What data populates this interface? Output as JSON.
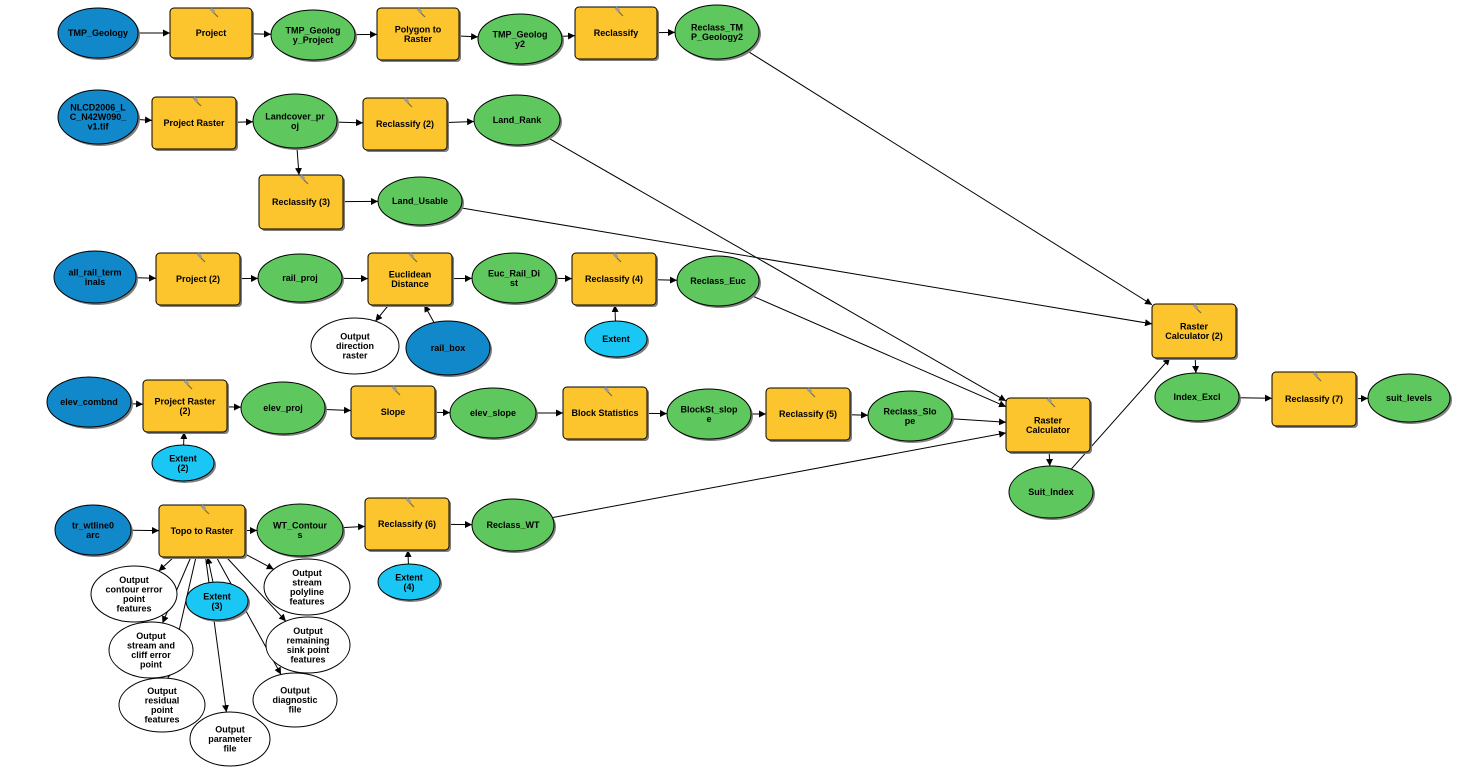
{
  "colors": {
    "input_data": "#1188c9",
    "tool": "#fcc52e",
    "derived_data": "#5ec85e",
    "parameter": "#1ac6f3",
    "unconnected_output": "#ffffff"
  },
  "nodes": [
    {
      "id": "tmp_geology",
      "kind": "input_data",
      "lines": [
        "TMP_Geology"
      ]
    },
    {
      "id": "project",
      "kind": "tool",
      "lines": [
        "Project"
      ]
    },
    {
      "id": "tmp_geology_project",
      "kind": "derived_data",
      "lines": [
        "TMP_Geolog",
        "y_Project"
      ]
    },
    {
      "id": "polygon_to_raster",
      "kind": "tool",
      "lines": [
        "Polygon to",
        "Raster"
      ]
    },
    {
      "id": "tmp_geology2",
      "kind": "derived_data",
      "lines": [
        "TMP_Geolog",
        "y2"
      ]
    },
    {
      "id": "reclassify",
      "kind": "tool",
      "lines": [
        "Reclassify"
      ]
    },
    {
      "id": "reclass_tmp_geology2",
      "kind": "derived_data",
      "lines": [
        "Reclass_TM",
        "P_Geology2"
      ]
    },
    {
      "id": "nlcd2006",
      "kind": "input_data",
      "lines": [
        "NLCD2006_L",
        "C_N42W090_",
        "v1.tif"
      ]
    },
    {
      "id": "project_raster",
      "kind": "tool",
      "lines": [
        "Project Raster"
      ]
    },
    {
      "id": "landcover_proj",
      "kind": "derived_data",
      "lines": [
        "Landcover_pr",
        "oj"
      ]
    },
    {
      "id": "reclassify_2",
      "kind": "tool",
      "lines": [
        "Reclassify (2)"
      ]
    },
    {
      "id": "land_rank",
      "kind": "derived_data",
      "lines": [
        "Land_Rank"
      ]
    },
    {
      "id": "reclassify_3",
      "kind": "tool",
      "lines": [
        "Reclassify (3)"
      ]
    },
    {
      "id": "land_usable",
      "kind": "derived_data",
      "lines": [
        "Land_Usable"
      ]
    },
    {
      "id": "all_rail_terminals",
      "kind": "input_data",
      "lines": [
        "all_rail_term",
        "inals"
      ]
    },
    {
      "id": "project_2",
      "kind": "tool",
      "lines": [
        "Project (2)"
      ]
    },
    {
      "id": "rail_proj",
      "kind": "derived_data",
      "lines": [
        "rail_proj"
      ]
    },
    {
      "id": "euclidean_distance",
      "kind": "tool",
      "lines": [
        "Euclidean",
        "Distance"
      ]
    },
    {
      "id": "euc_rail_dist",
      "kind": "derived_data",
      "lines": [
        "Euc_Rail_Di",
        "st"
      ]
    },
    {
      "id": "reclassify_4",
      "kind": "tool",
      "lines": [
        "Reclassify (4)"
      ]
    },
    {
      "id": "reclass_euc",
      "kind": "derived_data",
      "lines": [
        "Reclass_Euc"
      ]
    },
    {
      "id": "extent_1",
      "kind": "parameter",
      "lines": [
        "Extent"
      ]
    },
    {
      "id": "output_direction_raster",
      "kind": "unconnected_output",
      "lines": [
        "Output",
        "direction",
        "raster"
      ]
    },
    {
      "id": "rail_box",
      "kind": "input_data",
      "lines": [
        "rail_box"
      ]
    },
    {
      "id": "elev_combnd",
      "kind": "input_data",
      "lines": [
        "elev_combnd"
      ]
    },
    {
      "id": "project_raster_2",
      "kind": "tool",
      "lines": [
        "Project Raster",
        "(2)"
      ]
    },
    {
      "id": "elev_proj",
      "kind": "derived_data",
      "lines": [
        "elev_proj"
      ]
    },
    {
      "id": "slope",
      "kind": "tool",
      "lines": [
        "Slope"
      ]
    },
    {
      "id": "elev_slope",
      "kind": "derived_data",
      "lines": [
        "elev_slope"
      ]
    },
    {
      "id": "block_statistics",
      "kind": "tool",
      "lines": [
        "Block Statistics"
      ]
    },
    {
      "id": "blockst_slope",
      "kind": "derived_data",
      "lines": [
        "BlockSt_slop",
        "e"
      ]
    },
    {
      "id": "reclassify_5",
      "kind": "tool",
      "lines": [
        "Reclassify (5)"
      ]
    },
    {
      "id": "reclass_slope",
      "kind": "derived_data",
      "lines": [
        "Reclass_Slo",
        "pe"
      ]
    },
    {
      "id": "extent_2",
      "kind": "parameter",
      "lines": [
        "Extent",
        "(2)"
      ]
    },
    {
      "id": "tr_wtline0_arc",
      "kind": "input_data",
      "lines": [
        "tr_wtline0",
        "arc"
      ]
    },
    {
      "id": "topo_to_raster",
      "kind": "tool",
      "lines": [
        "Topo to Raster"
      ]
    },
    {
      "id": "wt_contours",
      "kind": "derived_data",
      "lines": [
        "WT_Contour",
        "s"
      ]
    },
    {
      "id": "reclassify_6",
      "kind": "tool",
      "lines": [
        "Reclassify (6)"
      ]
    },
    {
      "id": "reclass_wt",
      "kind": "derived_data",
      "lines": [
        "Reclass_WT"
      ]
    },
    {
      "id": "extent_4",
      "kind": "parameter",
      "lines": [
        "Extent",
        "(4)"
      ]
    },
    {
      "id": "extent_3",
      "kind": "parameter",
      "lines": [
        "Extent",
        "(3)"
      ]
    },
    {
      "id": "out_contour_error",
      "kind": "unconnected_output",
      "lines": [
        "Output",
        "contour error",
        "point",
        "features"
      ]
    },
    {
      "id": "out_stream_cliff",
      "kind": "unconnected_output",
      "lines": [
        "Output",
        "stream and",
        "cliff error",
        "point"
      ]
    },
    {
      "id": "out_residual",
      "kind": "unconnected_output",
      "lines": [
        "Output",
        "residual",
        "point",
        "features"
      ]
    },
    {
      "id": "out_parameter_file",
      "kind": "unconnected_output",
      "lines": [
        "Output",
        "parameter",
        "file"
      ]
    },
    {
      "id": "out_diagnostic",
      "kind": "unconnected_output",
      "lines": [
        "Output",
        "diagnostic",
        "file"
      ]
    },
    {
      "id": "out_remaining_sink",
      "kind": "unconnected_output",
      "lines": [
        "Output",
        "remaining",
        "sink point",
        "features"
      ]
    },
    {
      "id": "out_stream_polyline",
      "kind": "unconnected_output",
      "lines": [
        "Output",
        "stream",
        "polyline",
        "features"
      ]
    },
    {
      "id": "raster_calculator",
      "kind": "tool",
      "lines": [
        "Raster",
        "Calculator"
      ]
    },
    {
      "id": "suit_index",
      "kind": "derived_data",
      "lines": [
        "Suit_Index"
      ]
    },
    {
      "id": "raster_calculator_2",
      "kind": "tool",
      "lines": [
        "Raster",
        "Calculator (2)"
      ]
    },
    {
      "id": "index_excl",
      "kind": "derived_data",
      "lines": [
        "Index_Excl"
      ]
    },
    {
      "id": "reclassify_7",
      "kind": "tool",
      "lines": [
        "Reclassify (7)"
      ]
    },
    {
      "id": "suit_levels",
      "kind": "derived_data",
      "lines": [
        "suit_levels"
      ]
    }
  ],
  "edges": [
    [
      "tmp_geology",
      "project"
    ],
    [
      "project",
      "tmp_geology_project"
    ],
    [
      "tmp_geology_project",
      "polygon_to_raster"
    ],
    [
      "polygon_to_raster",
      "tmp_geology2"
    ],
    [
      "tmp_geology2",
      "reclassify"
    ],
    [
      "reclassify",
      "reclass_tmp_geology2"
    ],
    [
      "reclass_tmp_geology2",
      "raster_calculator_2"
    ],
    [
      "nlcd2006",
      "project_raster"
    ],
    [
      "project_raster",
      "landcover_proj"
    ],
    [
      "landcover_proj",
      "reclassify_2"
    ],
    [
      "reclassify_2",
      "land_rank"
    ],
    [
      "landcover_proj",
      "reclassify_3"
    ],
    [
      "reclassify_3",
      "land_usable"
    ],
    [
      "land_rank",
      "raster_calculator"
    ],
    [
      "land_usable",
      "raster_calculator_2"
    ],
    [
      "all_rail_terminals",
      "project_2"
    ],
    [
      "project_2",
      "rail_proj"
    ],
    [
      "rail_proj",
      "euclidean_distance"
    ],
    [
      "euclidean_distance",
      "euc_rail_dist"
    ],
    [
      "euc_rail_dist",
      "reclassify_4"
    ],
    [
      "reclassify_4",
      "reclass_euc"
    ],
    [
      "extent_1",
      "reclassify_4"
    ],
    [
      "euclidean_distance",
      "output_direction_raster"
    ],
    [
      "rail_box",
      "euclidean_distance"
    ],
    [
      "reclass_euc",
      "raster_calculator"
    ],
    [
      "elev_combnd",
      "project_raster_2"
    ],
    [
      "project_raster_2",
      "elev_proj"
    ],
    [
      "elev_proj",
      "slope"
    ],
    [
      "slope",
      "elev_slope"
    ],
    [
      "elev_slope",
      "block_statistics"
    ],
    [
      "block_statistics",
      "blockst_slope"
    ],
    [
      "blockst_slope",
      "reclassify_5"
    ],
    [
      "reclassify_5",
      "reclass_slope"
    ],
    [
      "extent_2",
      "project_raster_2"
    ],
    [
      "reclass_slope",
      "raster_calculator"
    ],
    [
      "tr_wtline0_arc",
      "topo_to_raster"
    ],
    [
      "topo_to_raster",
      "wt_contours"
    ],
    [
      "wt_contours",
      "reclassify_6"
    ],
    [
      "reclassify_6",
      "reclass_wt"
    ],
    [
      "extent_4",
      "reclassify_6"
    ],
    [
      "extent_3",
      "topo_to_raster"
    ],
    [
      "reclass_wt",
      "raster_calculator"
    ],
    [
      "topo_to_raster",
      "out_contour_error"
    ],
    [
      "topo_to_raster",
      "out_stream_cliff"
    ],
    [
      "topo_to_raster",
      "out_residual"
    ],
    [
      "topo_to_raster",
      "out_parameter_file"
    ],
    [
      "topo_to_raster",
      "out_diagnostic"
    ],
    [
      "topo_to_raster",
      "out_remaining_sink"
    ],
    [
      "topo_to_raster",
      "out_stream_polyline"
    ],
    [
      "raster_calculator",
      "suit_index"
    ],
    [
      "suit_index",
      "raster_calculator_2"
    ],
    [
      "raster_calculator_2",
      "index_excl"
    ],
    [
      "index_excl",
      "reclassify_7"
    ],
    [
      "reclassify_7",
      "suit_levels"
    ]
  ]
}
